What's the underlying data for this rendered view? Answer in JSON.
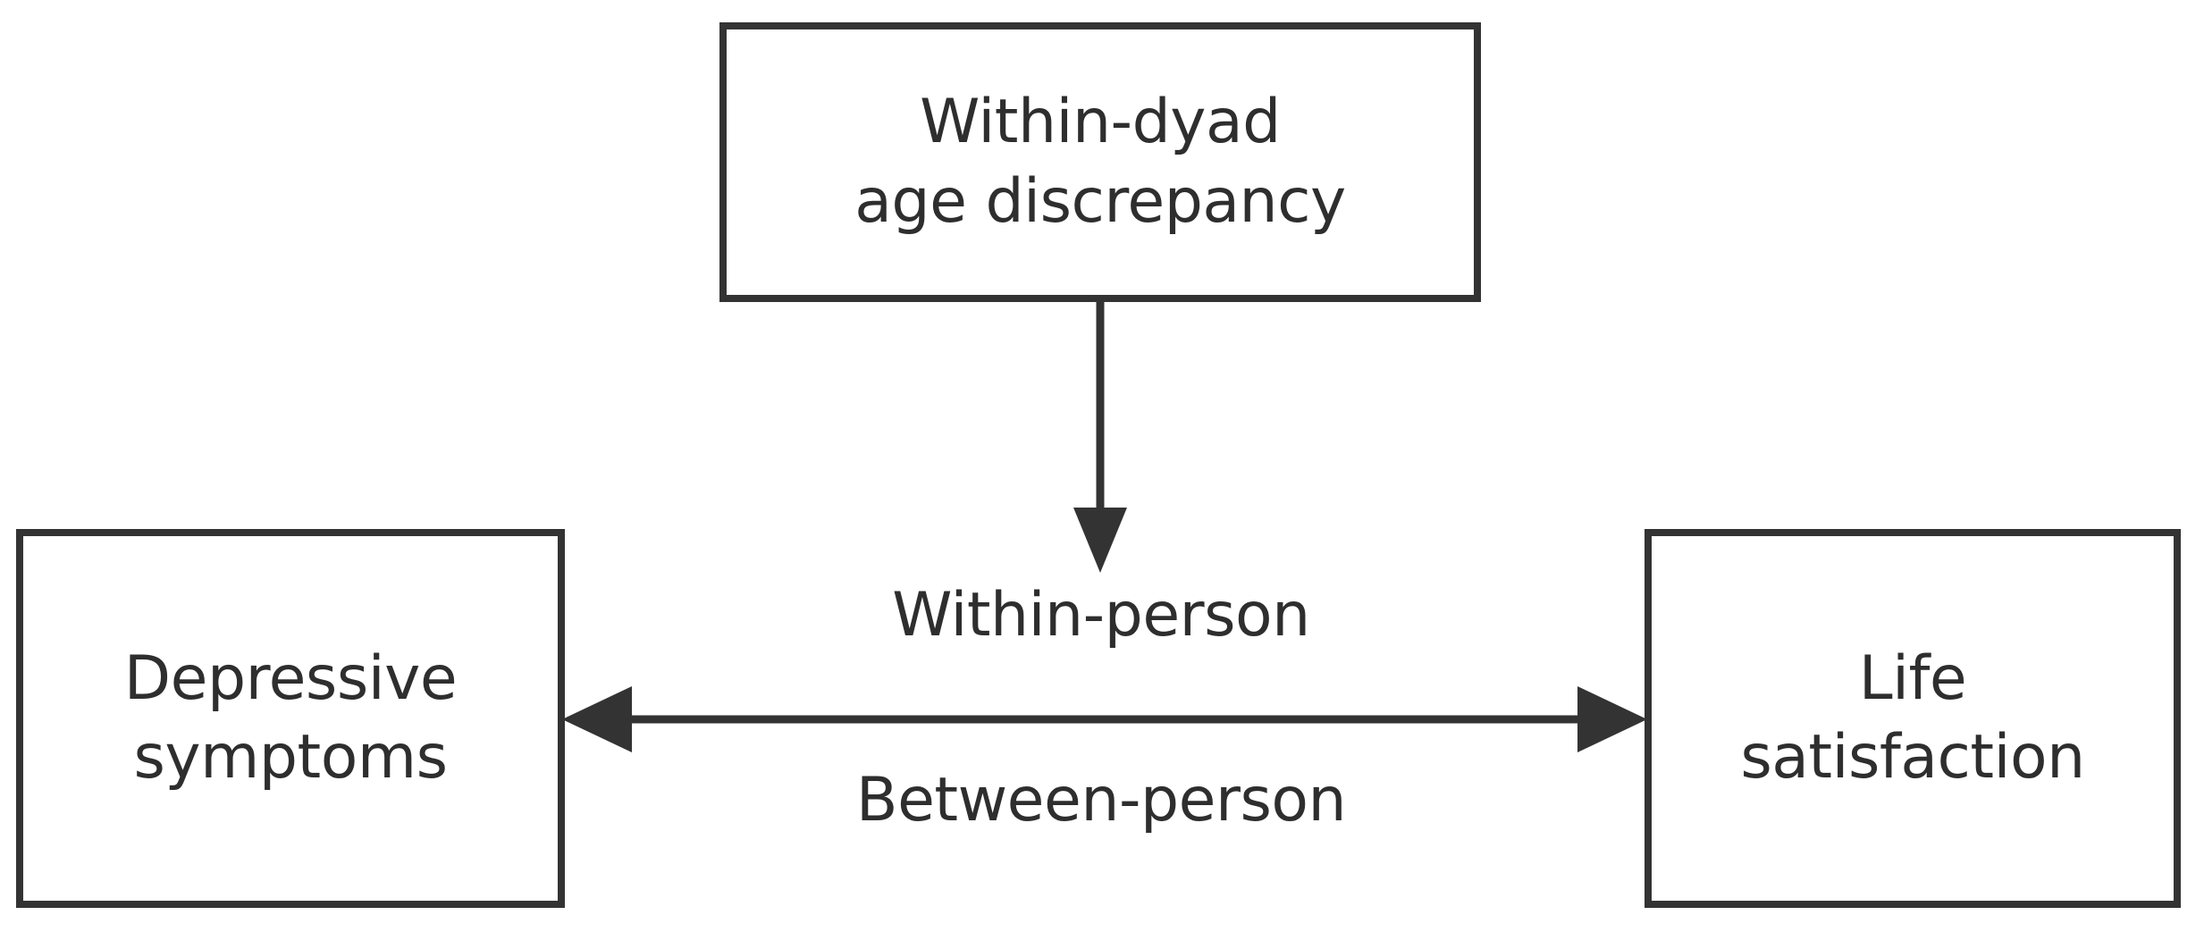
{
  "diagram": {
    "type": "conceptual-path-model",
    "background_color": "#ffffff",
    "stroke_color": "#333333",
    "text_color": "#2e2e2e",
    "nodes": [
      {
        "id": "within-dyad-age-discrepancy",
        "label": "Within-dyad\nage discrepancy",
        "position": "top-center"
      },
      {
        "id": "depressive-symptoms",
        "label": "Depressive\nsymptoms",
        "position": "bottom-left"
      },
      {
        "id": "life-satisfaction",
        "label": "Life\nsatisfaction",
        "position": "bottom-right"
      }
    ],
    "edges": [
      {
        "id": "discrepancy-to-path",
        "from": "within-dyad-age-discrepancy",
        "to": "association-path",
        "direction": "down",
        "arrowheads": "single"
      },
      {
        "id": "depressive-lifesat-association",
        "from": "depressive-symptoms",
        "to": "life-satisfaction",
        "direction": "horizontal",
        "arrowheads": "double",
        "labels": [
          "Within-person",
          "Between-person"
        ]
      }
    ],
    "path_labels": {
      "above": "Within-person",
      "below": "Between-person"
    }
  }
}
